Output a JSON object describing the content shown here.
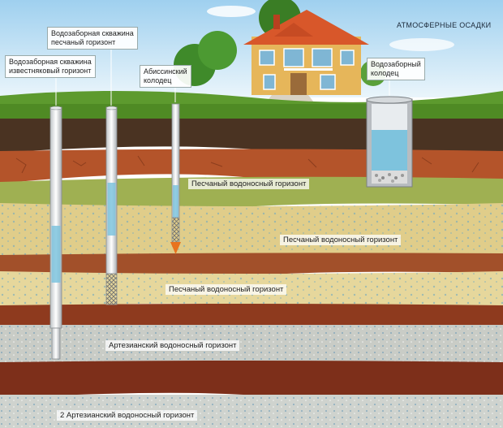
{
  "labels": {
    "precipitation": "АТМОСФЕРНЫЕ ОСАДКИ",
    "well_limestone": [
      "Водозаборная скважина",
      "известняковый горизонт"
    ],
    "well_sand": [
      "Водозаборная скважина",
      "песчаный горизонт"
    ],
    "abyssinian": [
      "Абиссинский",
      "колодец"
    ],
    "dug_well": [
      "Водозаборный",
      "колодец"
    ]
  },
  "layers": {
    "sand_1": "Песчаный водоносный горизонт",
    "sand_2": "Песчаный водоносный горизонт",
    "sand_3": "Песчаный водоносный горизонт",
    "artesian_1": "Артезианский водоносный горизонт",
    "artesian_2": "2 Артезианский водоносный горизонт"
  },
  "colors": {
    "sky": "#cfe6f5",
    "grass": "#5d9a2e",
    "topsoil": "#4a3322",
    "clay": "#b4542a",
    "sand": "#e0cd8a",
    "water": "#7ec3dd",
    "artesian": "#c9ccc6",
    "roof": "#d8572a",
    "house": "#e6b65a"
  }
}
